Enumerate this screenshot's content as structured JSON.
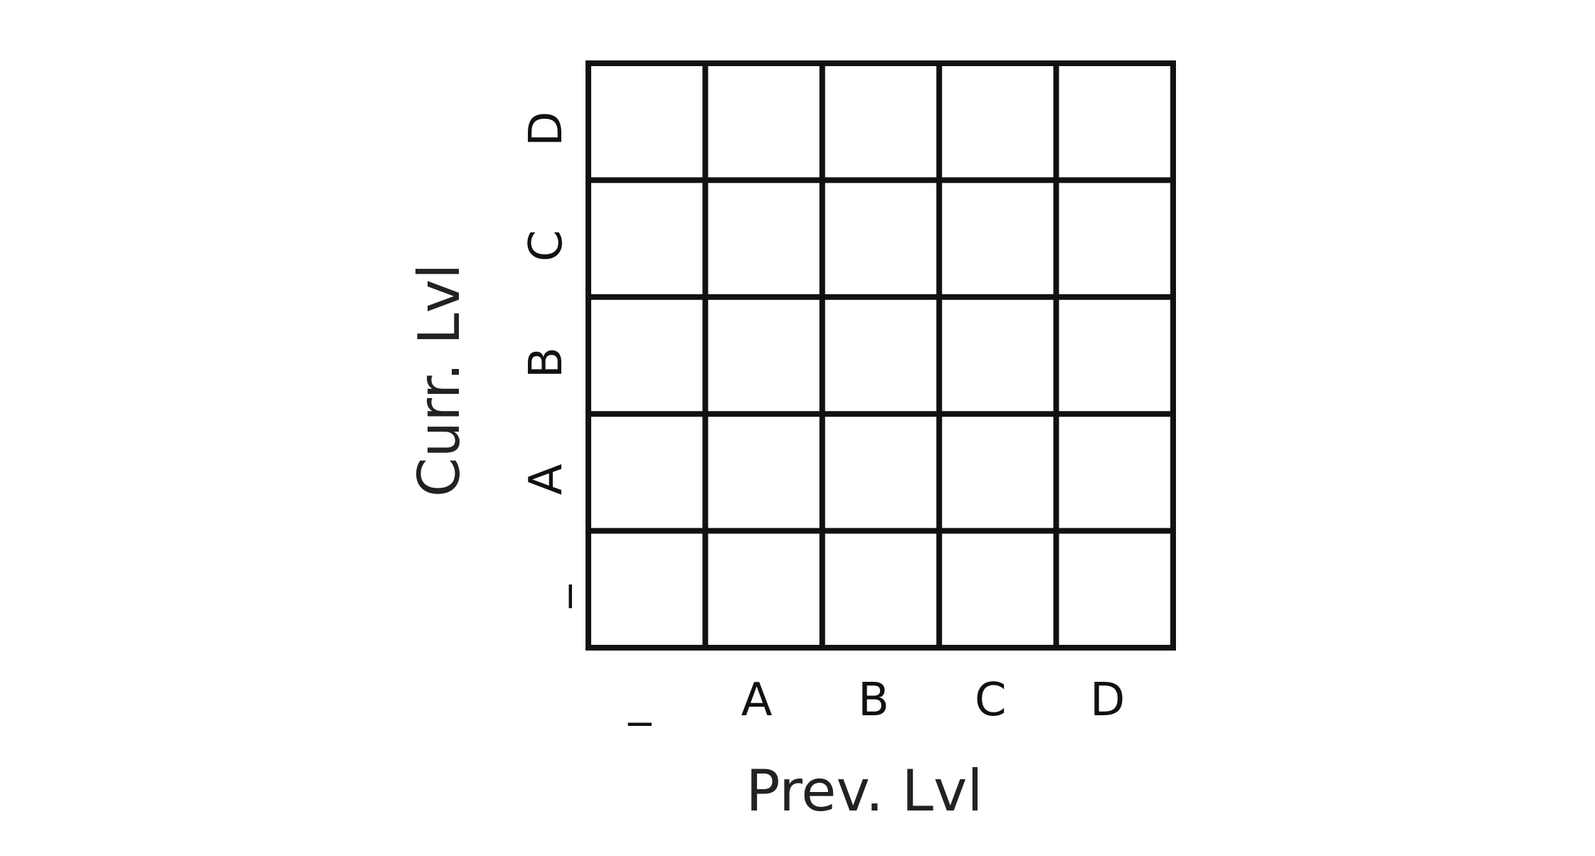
{
  "chart_data": {
    "type": "heatmap",
    "xlabel": "Prev. Lvl",
    "ylabel": "Curr. Lvl",
    "x_categories": [
      "_",
      "A",
      "B",
      "C",
      "D"
    ],
    "y_categories": [
      "_",
      "A",
      "B",
      "C",
      "D"
    ],
    "values": [
      [
        0.0,
        0.0,
        0.0,
        0.0,
        0.0
      ],
      [
        0.0,
        0.01,
        0.0,
        0.01,
        0.0
      ],
      [
        0.0,
        0.0,
        0.01,
        0.0,
        0.01
      ],
      [
        0.0,
        0.0,
        0.0,
        0.01,
        0.0
      ],
      [
        0.01,
        0.0,
        0.0,
        0.0,
        0.0
      ]
    ],
    "colormap": "white-to-gray",
    "grid": true,
    "colors": {
      "cell_low": "#ffffff",
      "cell_high": "#e6e6e6",
      "grid_line": "#111111"
    }
  }
}
